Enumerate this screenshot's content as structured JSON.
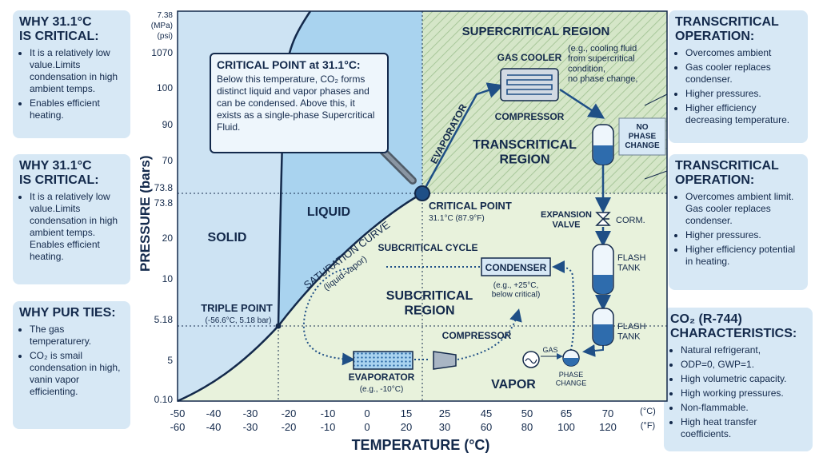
{
  "left_boxes": [
    {
      "title": "WHY 31.1°C\nIS CRITICAL:",
      "items": [
        "It is a relatively low value.Limits condensation in high ambient temps.",
        "Enables efficient heating."
      ]
    },
    {
      "title": "WHY 31.1°C\nIS CRITICAL:",
      "items": [
        "It is a relatively low value.Limits condensation in high ambient temps. Enables efficient heating."
      ]
    },
    {
      "title": "WHY PUR TIES:",
      "items": [
        "The gas temperaturery.",
        "CO₂ is smail condensation in high, vanin vapor efficienting."
      ]
    }
  ],
  "right_boxes": [
    {
      "title": "TRANSCRITICAL\nOPERATION:",
      "items": [
        "Overcomes ambient",
        "Gas cooler replaces condenser.",
        "Higher pressures.",
        "Higher efficiency decreasing temperature."
      ]
    },
    {
      "title": "TRANSCRITICAL\nOPERATION:",
      "items": [
        "Overcomes ambient limit. Gas cooler replaces condenser.",
        "Higher pressures.",
        "Higher efficiency potential in heating."
      ]
    },
    {
      "title": "CO₂ (R-744)\nCHARACTERISTICS:",
      "items": [
        "Natural refrigerant,",
        "ODP=0, GWP=1.",
        "High volumetric capacity.",
        "High working pressures.",
        "Non-flammable.",
        "High heat transfer coefficients."
      ]
    }
  ],
  "callout": {
    "title": "CRITICAL POINT at 31.1°C:",
    "text": "Below this temperature, CO₂ forms distinct liquid and vapor phases and can be condensed. Above this, it exists as a single-phase Supercritical Fluid."
  },
  "axes": {
    "y_label": "PRESSURE (bars)",
    "x_label": "TEMPERATURE (°C)",
    "y_unit_top": [
      "7.38",
      "(MPa)",
      "(psi)"
    ],
    "y_ticks": [
      "1070",
      "100",
      "90",
      "70",
      "73.8",
      "73.8",
      "20",
      "10",
      "5.18",
      "5",
      "0.10"
    ],
    "x_ticks_c": [
      "-50",
      "-40",
      "-30",
      "-20",
      "-10",
      "0",
      "15",
      "25",
      "45",
      "50",
      "65",
      "70"
    ],
    "x_ticks_f": [
      "-60",
      "-40",
      "-30",
      "-20",
      "-10",
      "0",
      "20",
      "30",
      "60",
      "80",
      "100",
      "120"
    ],
    "x_unit_c": "(°C)",
    "x_unit_f": "(°F)"
  },
  "regions": {
    "supercritical": "SUPERCRITICAL REGION",
    "transcritical": "TRANSCRITICAL\nREGION",
    "subcritical": "SUBCRITICAL\nREGION",
    "liquid": "LIQUID",
    "solid": "SOLID",
    "vapor": "VAPOR"
  },
  "labels": {
    "saturation_curve": "SATURATION CURVE",
    "saturation_sub": "(liquid-vapor)",
    "evaporator_line": "EVAPORATOR",
    "critical_point": "CRITICAL POINT",
    "critical_point_sub": "31.1°C (87.9°F)",
    "triple_point": "TRIPLE POINT",
    "triple_point_sub": "(-56.6°C, 5.18 bar)",
    "gas_cooler": "GAS COOLER",
    "gas_cooler_note": "(e.g., cooling fluid\nfrom supercritical\ncondition,\nno phase change,",
    "compressor_top": "COMPRESSOR",
    "no_phase_change": "NO\nPHASE\nCHANGE",
    "expansion_valve": "EXPANSION\nVALVE",
    "corm": "CORM.",
    "flash_tank_1": "FLASH\nTANK",
    "flash_tank_2": "FLASH\nTANK",
    "subcritical_cycle": "SUBCRITICAL CYCLE",
    "condenser": "CONDENSER",
    "condenser_note": "(e.g., +25°C,\nbelow critical)",
    "compressor_bottom": "COMPRESSOR",
    "evaporator_box": "EVAPORATOR",
    "evaporator_note": "(e.g., -10°C)",
    "gas": "GAS",
    "phase_change": "PHASE\nCHANGE"
  },
  "colors": {
    "navy": "#13294b",
    "solid_fill": "#cde3f3",
    "liquid_fill": "#a9d3ef",
    "vapor_fill": "#e8f2dc",
    "super_fill": "#d5e6c8",
    "box_fill": "#d7e8f5",
    "accent": "#1f5f9f"
  }
}
